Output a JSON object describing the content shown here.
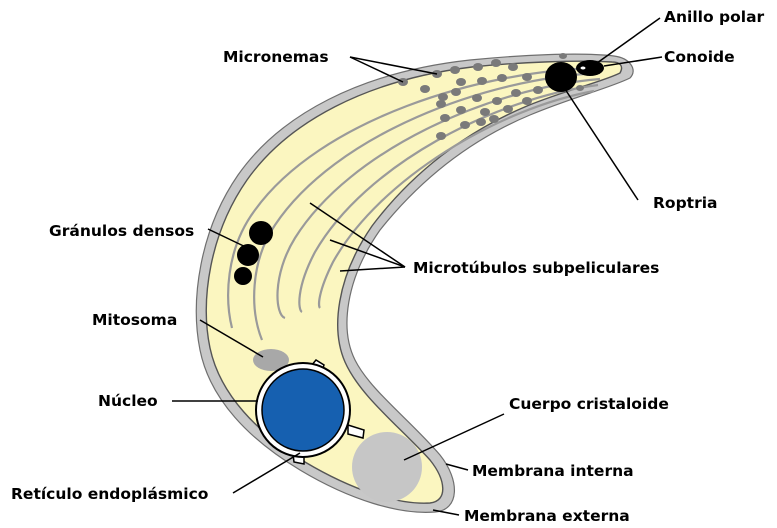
{
  "colors": {
    "cytoplasm": "#fbf6c0",
    "membrane_outer": "#c8c8c8",
    "membrane_inner": "#858585",
    "organelle_dark": "#000000",
    "nucleus": "#1660b0",
    "micronemes": "#7a7a7a",
    "mitosome": "#a8a8a8",
    "crystalloid": "#c6c6c6",
    "label": "#000000"
  },
  "labels": {
    "anillo_polar": "Anillo polar",
    "conoide": "Conoide",
    "micronemas": "Micronemas",
    "roptria": "Roptria",
    "granulos_densos": "Gránulos densos",
    "microtubulos": "Microtúbulos subpeliculares",
    "mitosoma": "Mitosoma",
    "nucleo": "Núcleo",
    "cuerpo_cristaloide": "Cuerpo cristaloide",
    "membrana_interna": "Membrana interna",
    "reticulo": "Retículo endoplásmico",
    "membrana_externa": "Membrana externa"
  }
}
